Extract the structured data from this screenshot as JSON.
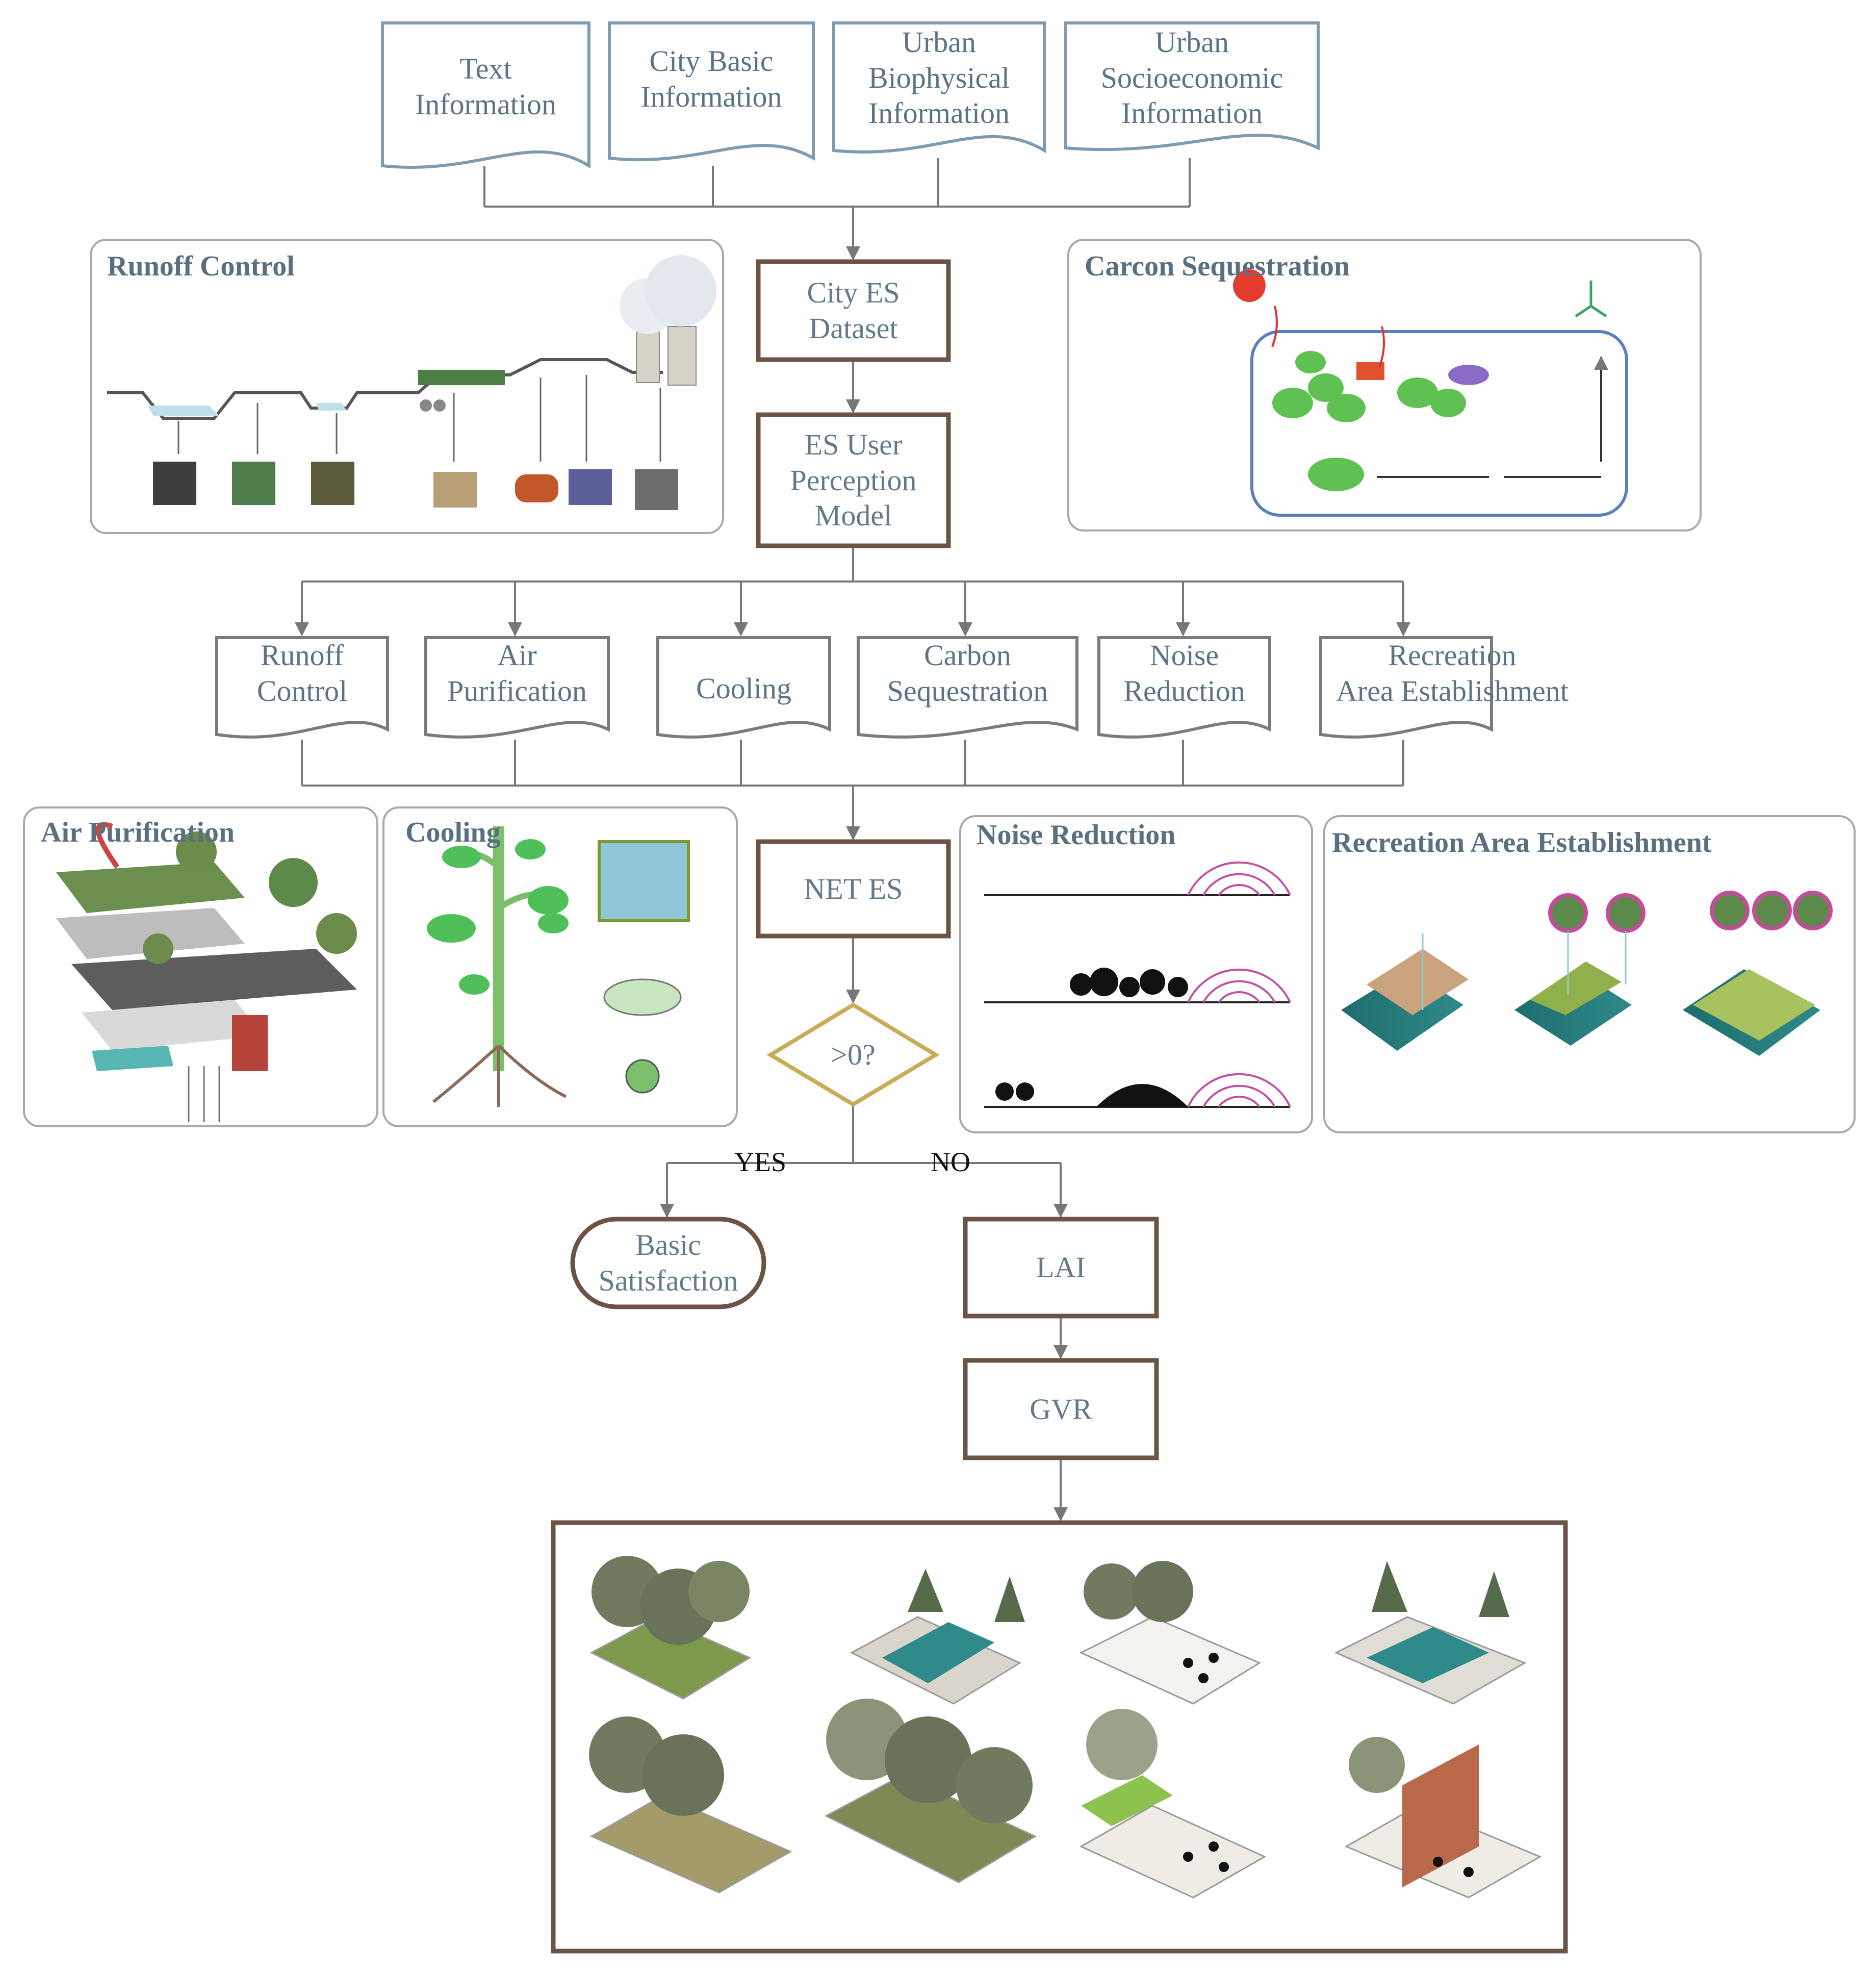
{
  "inputs": [
    {
      "id": "text",
      "label": "Text\nInformation"
    },
    {
      "id": "city_basic",
      "label": "City Basic\nInformation"
    },
    {
      "id": "biophysical",
      "label": "Urban\nBiophysical\nInformation"
    },
    {
      "id": "socioeconomic",
      "label": "Urban\nSocioeconomic\nInformation"
    }
  ],
  "dataset": "City ES\nDataset",
  "model": "ES User\nPerception\nModel",
  "services": [
    {
      "id": "runoff",
      "label": "Runoff\nControl"
    },
    {
      "id": "air",
      "label": "Air\nPurification"
    },
    {
      "id": "cooling",
      "label": "Cooling"
    },
    {
      "id": "carbon",
      "label": "Carbon\nSequestration"
    },
    {
      "id": "noise",
      "label": "Noise\nReduction"
    },
    {
      "id": "recreation",
      "label": "Recreation\nArea Establishment"
    }
  ],
  "net_es": "NET ES",
  "decision": ">0?",
  "yes": "YES",
  "no": "NO",
  "basic": "Basic\nSatisfaction",
  "lai": "LAI",
  "gvr": "GVR",
  "panels": {
    "runoff": "Runoff Control",
    "carbon": "Carcon Sequestration",
    "air": "Air Purification",
    "cooling": "Cooling",
    "noise": "Noise Reduction",
    "recreation": "Recreation Area Establishment"
  },
  "colors": {
    "doc_input": "#7e9bb2",
    "doc_service": "#7b7b7b",
    "flow_box": "#6b5346",
    "decision": "#c9ac57",
    "connector": "#777777",
    "panel_border": "#a9a9a9"
  }
}
